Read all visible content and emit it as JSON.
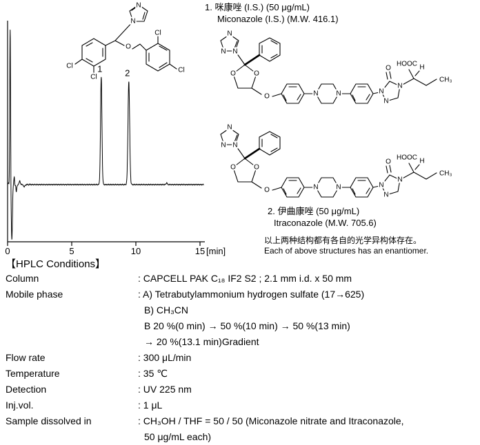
{
  "page": {
    "background": "#ffffff",
    "text_color": "#000000"
  },
  "chart_data": {
    "type": "line",
    "title": "HPLC chromatogram of miconazole (1) and itraconazole (2)",
    "xlabel": "[min]",
    "ylabel": "",
    "x_ticks": [
      0,
      5,
      10,
      15
    ],
    "xlim": [
      0,
      15.3
    ],
    "grid": false,
    "peaks": [
      {
        "t": 0.2,
        "height": 0.98,
        "sigma": 0.03,
        "label": ""
      },
      {
        "t": 0.33,
        "height": -0.34,
        "sigma": 0.045,
        "label": ""
      },
      {
        "t": 0.52,
        "height": 0.05,
        "sigma": 0.025,
        "label": ""
      },
      {
        "t": 0.68,
        "height": -0.05,
        "sigma": 0.03,
        "label": ""
      },
      {
        "t": 0.95,
        "height": 0.025,
        "sigma": 0.04,
        "label": ""
      },
      {
        "t": 1.3,
        "height": -0.015,
        "sigma": 0.05,
        "label": ""
      },
      {
        "t": 7.3,
        "height": 0.67,
        "sigma": 0.055,
        "label": "1",
        "compound": "Miconazole (I.S.)"
      },
      {
        "t": 9.45,
        "height": 0.645,
        "sigma": 0.065,
        "label": "2",
        "compound": "Itraconazole"
      },
      {
        "t": 12.4,
        "height": 0.012,
        "sigma": 0.04,
        "label": ""
      }
    ]
  },
  "captions": {
    "miconazole_line1": "1. 咪康唑 (I.S.) (50 μg/mL)",
    "miconazole_line2": "Miconazole (I.S.) (M.W. 416.1)",
    "itraconazole_line1": "2. 伊曲康唑 (50 μg/mL)",
    "itraconazole_line2": "Itraconazole (M.W. 705.6)",
    "note_cn": "以上两种结构都有各自的光学异构体存在。",
    "note_en": "Each of above structures has an enantiomer."
  },
  "atoms": {
    "N": "N",
    "O": "O",
    "Cl": "Cl",
    "H": "H",
    "HOOC": "HOOC",
    "CH3": "CH₃"
  },
  "conditions": {
    "title": "【HPLC Conditions】",
    "rows": [
      {
        "label": "Column",
        "lines": [
          ": CAPCELL PAK C₁₈ IF2 S2 ; 2.1 mm i.d. x 50 mm"
        ]
      },
      {
        "label": "Mobile phase",
        "lines": [
          ": A) Tetrabutylammonium hydrogen sulfate (17→625)",
          "B) CH₃CN",
          "B 20 %(0 min) → 50 %(10 min) → 50 %(13 min)",
          "→ 20 %(13.1 min)Gradient"
        ]
      },
      {
        "label": "Flow rate",
        "lines": [
          ": 300 μL/min"
        ]
      },
      {
        "label": "Temperature",
        "lines": [
          ": 35 ℃"
        ]
      },
      {
        "label": "Detection",
        "lines": [
          ": UV 225 nm"
        ]
      },
      {
        "label": "Inj.vol.",
        "lines": [
          ": 1 μL"
        ]
      },
      {
        "label": "Sample dissolved in",
        "lines": [
          ": CH₃OH / THF = 50 / 50 (Miconazole nitrate and Itraconazole,",
          "50 μg/mL each)"
        ]
      }
    ]
  }
}
